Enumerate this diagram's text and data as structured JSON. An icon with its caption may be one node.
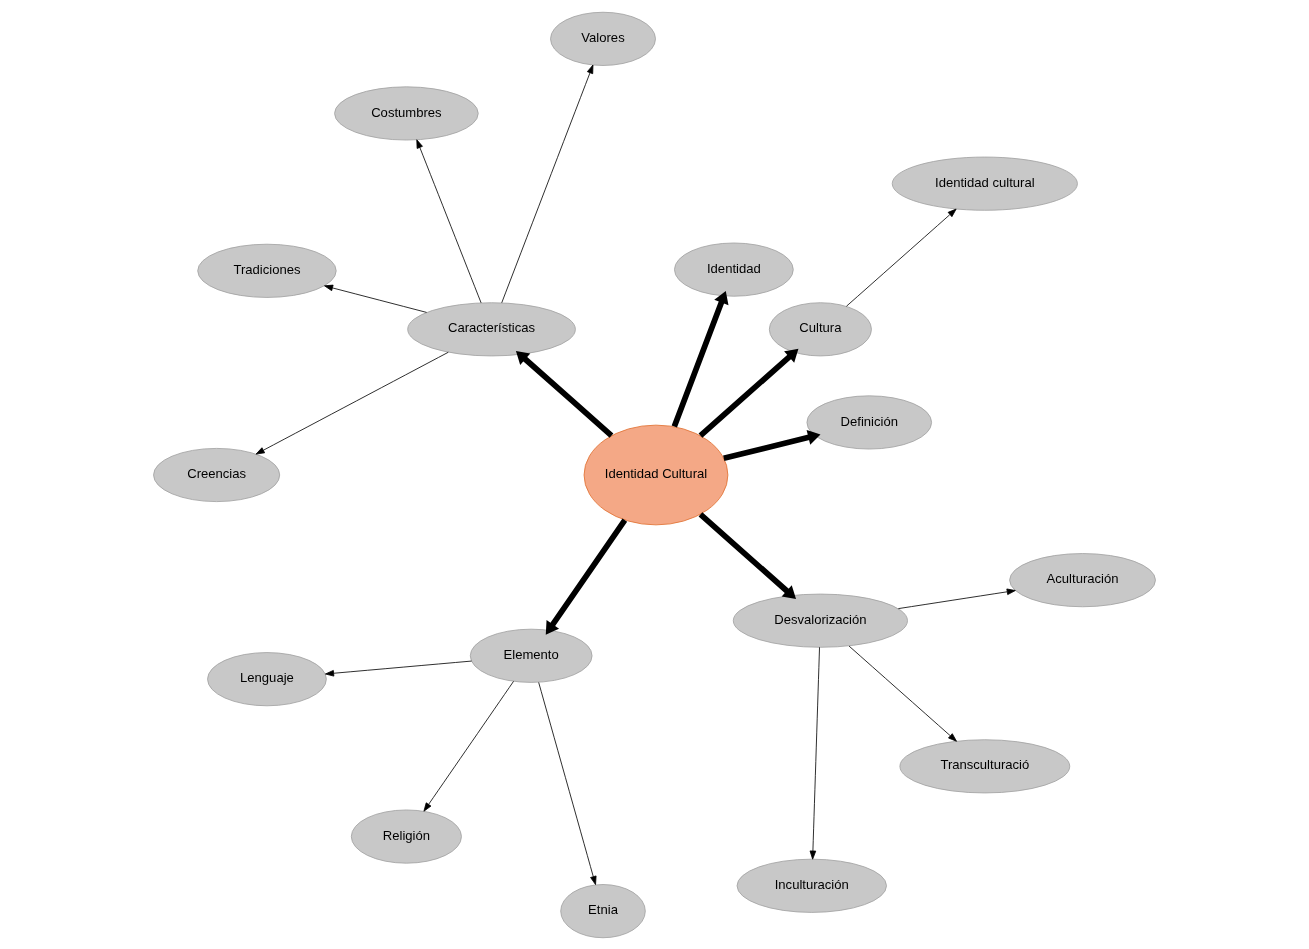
{
  "diagram": {
    "nodes": [
      {
        "text": [
          "Identidad Cultural"
        ]
      },
      {
        "text": [
          "Definición"
        ]
      },
      {
        "text": [
          "Cultura"
        ]
      },
      {
        "text": [
          "Identidad cultural"
        ]
      },
      {
        "text": [
          "Identidad"
        ]
      },
      {
        "text": [
          "Características"
        ]
      },
      {
        "text": [
          "Valores"
        ]
      },
      {
        "text": [
          "Costumbres"
        ]
      },
      {
        "text": [
          "Tradiciones"
        ]
      },
      {
        "text": [
          "Creencias"
        ]
      },
      {
        "text": [
          "Elemento"
        ]
      },
      {
        "text": [
          "Lenguaje"
        ]
      },
      {
        "text": [
          "Religión"
        ]
      },
      {
        "text": [
          "Etnia"
        ]
      },
      {
        "text": [
          "Desvalorización"
        ]
      },
      {
        "text": [
          "Inculturación"
        ]
      },
      {
        "text": [
          "Transculturació"
        ]
      },
      {
        "text": [
          "Aculturación"
        ]
      }
    ],
    "edges": [
      {
        "from": 0,
        "to": 1,
        "arrow": "to",
        "style": "thick"
      },
      {
        "from": 0,
        "to": 2,
        "arrow": "to",
        "style": "thick"
      },
      {
        "from": 2,
        "to": 3,
        "arrow": "to"
      },
      {
        "from": 0,
        "to": 4,
        "arrow": "to",
        "style": "thick"
      },
      {
        "from": 0,
        "to": 5,
        "arrow": "to",
        "style": "thick"
      },
      {
        "from": 5,
        "to": 6,
        "arrow": "to"
      },
      {
        "from": 5,
        "to": 7,
        "arrow": "to"
      },
      {
        "from": 5,
        "to": 8,
        "arrow": "to"
      },
      {
        "from": 5,
        "to": 9,
        "arrow": "to"
      },
      {
        "from": 0,
        "to": 10,
        "arrow": "to",
        "style": "thick"
      },
      {
        "from": 10,
        "to": 11,
        "arrow": "to"
      },
      {
        "from": 10,
        "to": 12,
        "arrow": "to"
      },
      {
        "from": 10,
        "to": 13,
        "arrow": "to"
      },
      {
        "from": 0,
        "to": 14,
        "arrow": "to",
        "style": "thick"
      },
      {
        "from": 14,
        "to": 15,
        "arrow": "to"
      },
      {
        "from": 14,
        "to": 16,
        "arrow": "to"
      },
      {
        "from": 14,
        "to": 17,
        "arrow": "to"
      }
    ]
  }
}
